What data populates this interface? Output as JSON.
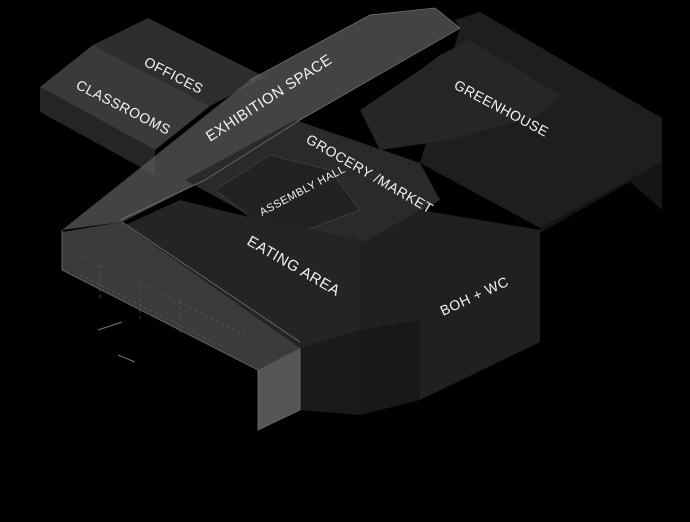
{
  "labels": {
    "offices": "OFFICES",
    "classrooms": "CLASSROOMS",
    "exhibition": "EXHIBITION SPACE",
    "greenhouse": "GREENHOUSE",
    "grocery": "GROCERY /MARKET",
    "assembly": "ASSEMBLY HALL",
    "eating": "EATING AREA",
    "boh": "BOH + WC"
  },
  "colors": {
    "background": "#000000",
    "label": "#f2f2f2"
  }
}
